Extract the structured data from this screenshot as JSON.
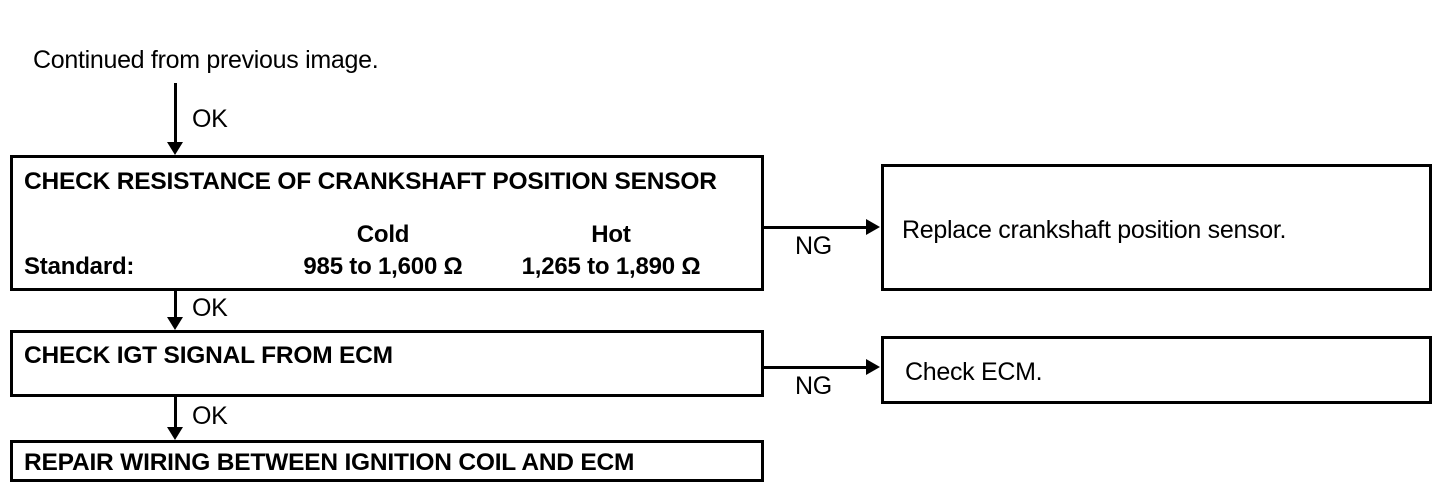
{
  "diagram": {
    "title_note": "Continued from previous image.",
    "steps": [
      {
        "id": "check-resistance",
        "title": "CHECK RESISTANCE OF CRANKSHAFT POSITION SENSOR",
        "standard_label": "Standard:",
        "columns": [
          {
            "header": "Cold",
            "value": "985 to 1,600 Ω"
          },
          {
            "header": "Hot",
            "value": "1,265 to 1,890 Ω"
          }
        ]
      },
      {
        "id": "check-igt-signal",
        "title": "CHECK IGT SIGNAL FROM ECM"
      },
      {
        "id": "repair-wiring",
        "title": "REPAIR WIRING BETWEEN IGNITION COIL AND ECM"
      }
    ],
    "outcomes": [
      {
        "id": "replace-sensor",
        "text": "Replace crankshaft position sensor."
      },
      {
        "id": "check-ecm",
        "text": "Check ECM."
      }
    ],
    "edge_labels": {
      "ok_entry": "OK",
      "ok_to_igt": "OK",
      "ok_to_repair": "OK",
      "ng_to_replace_sensor": "NG",
      "ng_to_check_ecm": "NG"
    },
    "colors": {
      "line": "#000000",
      "text": "#000000",
      "background": "#ffffff"
    }
  }
}
